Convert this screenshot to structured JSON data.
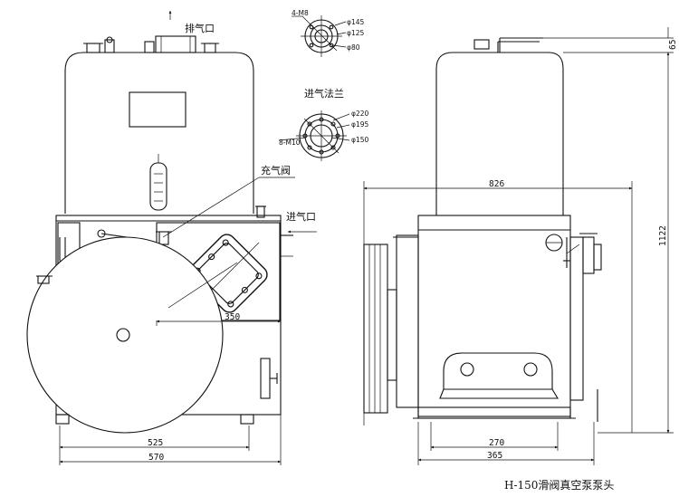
{
  "caption": "H-150滑阀真空泵泵头",
  "labels": {
    "exhaust_port": "排气口",
    "intake_port": "进气口",
    "inflation_valve": "充气阀",
    "intake_flange": "进气法兰"
  },
  "flange_top": {
    "bolts": "4-M8",
    "d_outer": "φ145",
    "d_pitch": "φ125",
    "d_inner": "φ80"
  },
  "flange_intake": {
    "bolts": "8-M10",
    "d_outer": "φ220",
    "d_pitch": "φ195",
    "d_inner": "φ150"
  },
  "dimensions": {
    "left_width_1": "525",
    "left_width_2": "570",
    "left_inlet_offset": "350",
    "right_depth_1": "270",
    "right_depth_2": "365",
    "right_total_length": "826",
    "right_height": "1122",
    "right_top_offset": "65"
  }
}
